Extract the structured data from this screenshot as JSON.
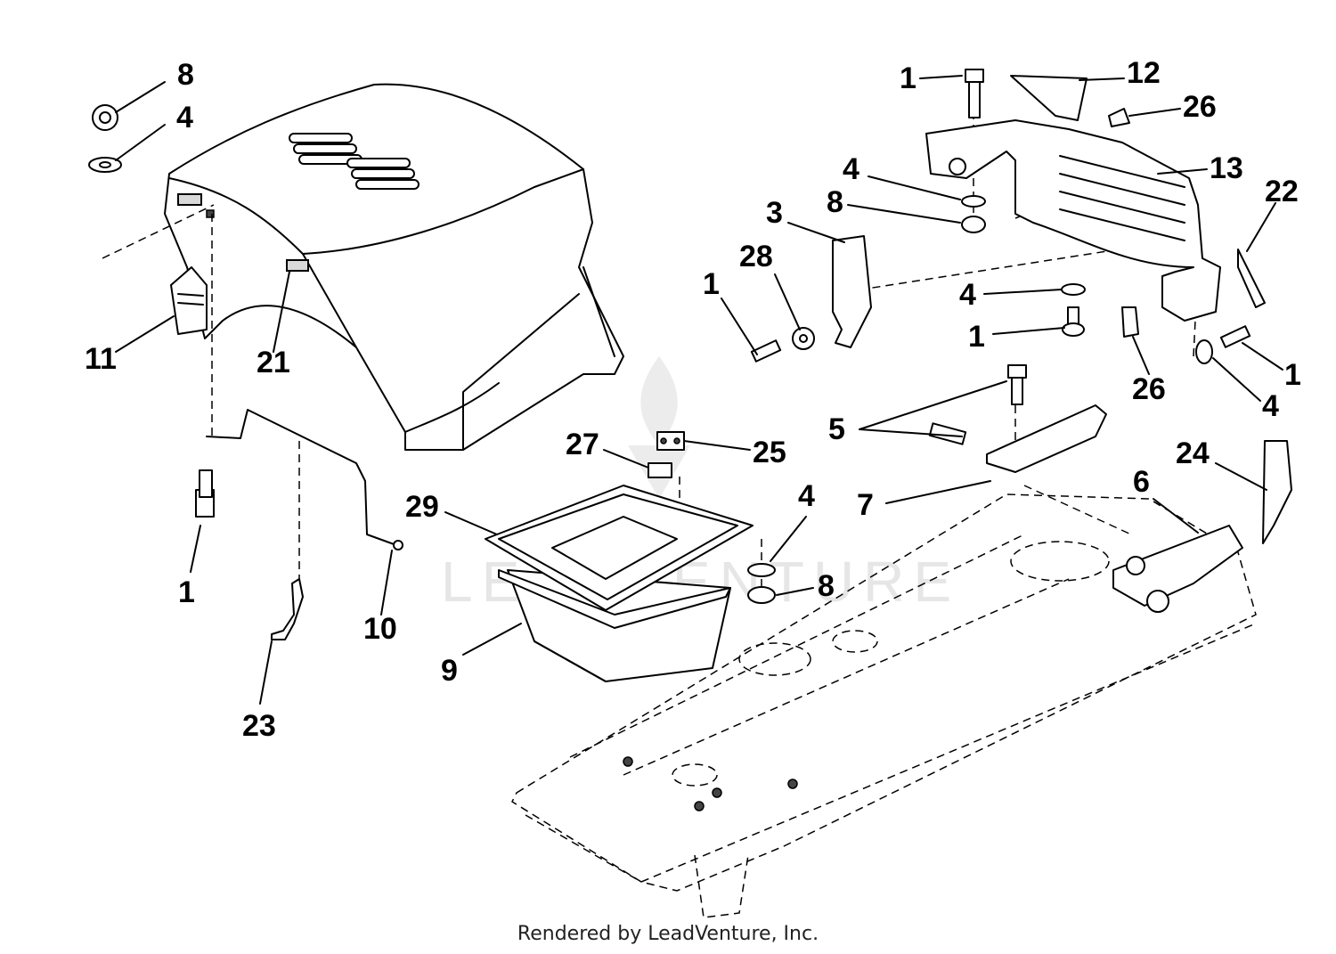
{
  "watermark": "LEADVENTURE",
  "footer": "Rendered by LeadVenture, Inc.",
  "callouts": [
    "8",
    "4",
    "11",
    "21",
    "1",
    "10",
    "23",
    "27",
    "25",
    "29",
    "9",
    "4",
    "8",
    "1",
    "12",
    "26",
    "13",
    "4",
    "8",
    "3",
    "28",
    "1",
    "22",
    "4",
    "1",
    "26",
    "1",
    "4",
    "5",
    "7",
    "24",
    "6"
  ]
}
